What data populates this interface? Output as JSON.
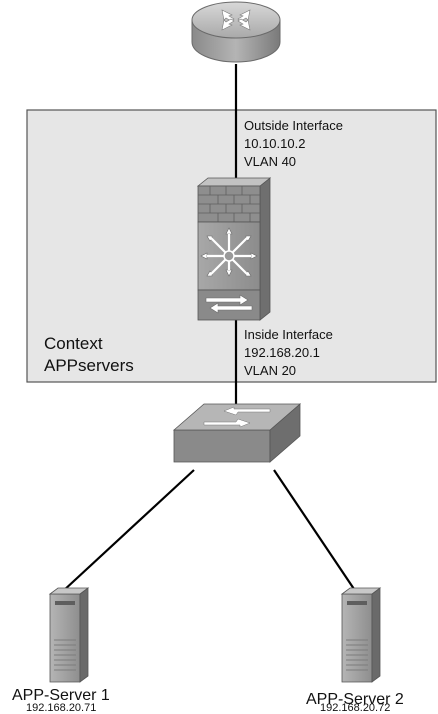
{
  "diagram": {
    "nodes": [
      {
        "id": "router",
        "type": "router-icon"
      },
      {
        "id": "firewall",
        "type": "firewall-multilayer-switch-icon"
      },
      {
        "id": "switch",
        "type": "switch-icon"
      },
      {
        "id": "app-server-1",
        "type": "server-icon"
      },
      {
        "id": "app-server-2",
        "type": "server-icon"
      }
    ],
    "edges": [
      {
        "from": "router",
        "to": "firewall"
      },
      {
        "from": "firewall",
        "to": "switch"
      },
      {
        "from": "switch",
        "to": "app-server-1"
      },
      {
        "from": "switch",
        "to": "app-server-2"
      }
    ]
  },
  "outside_interface": {
    "name": "Outside Interface",
    "ip": "10.10.10.2",
    "vlan": "VLAN 40"
  },
  "inside_interface": {
    "name": "Inside Interface",
    "ip": "192.168.20.1",
    "vlan": "VLAN 20"
  },
  "context": {
    "line1": "Context",
    "line2": "APPservers"
  },
  "servers": [
    {
      "name": "APP-Server 1",
      "ip": "192.168.20.71"
    },
    {
      "name": "APP-Server 2",
      "ip": "192.168.20.72"
    }
  ],
  "colors": {
    "context_fill": "#e6e6e6",
    "context_border": "#555555",
    "device_gray": "#9a9a9a",
    "device_dark": "#6f6f6f",
    "line": "#000000"
  }
}
